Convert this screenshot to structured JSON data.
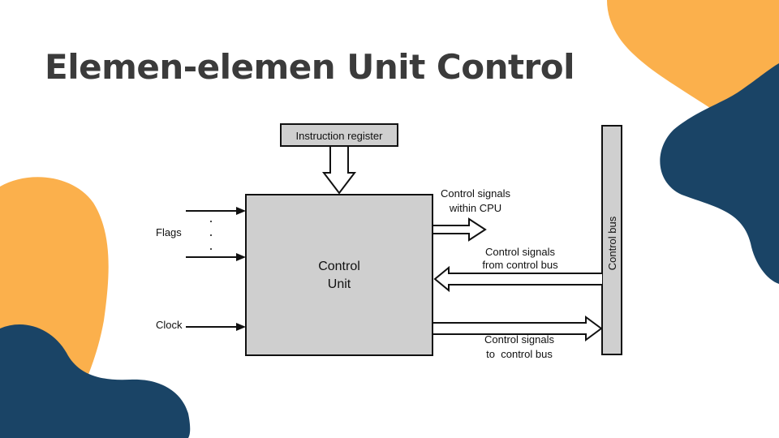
{
  "slide": {
    "title": "Elemen-elemen Unit Control"
  },
  "diagram": {
    "instruction_register": "Instruction register",
    "control_unit_line1": "Control",
    "control_unit_line2": "Unit",
    "flags": "Flags",
    "clock": "Clock",
    "within_cpu_line1": "Control signals",
    "within_cpu_line2": "within CPU",
    "from_bus_line1": "Control signals",
    "from_bus_line2": "from control bus",
    "to_bus_line1": "Control signals",
    "to_bus_line2": "to  control bus",
    "control_bus": "Control bus"
  },
  "colors": {
    "orange": "#fbb04c",
    "navy": "#1a4466",
    "title_text": "#3b3b3b",
    "box_fill": "#cfcfcf"
  }
}
